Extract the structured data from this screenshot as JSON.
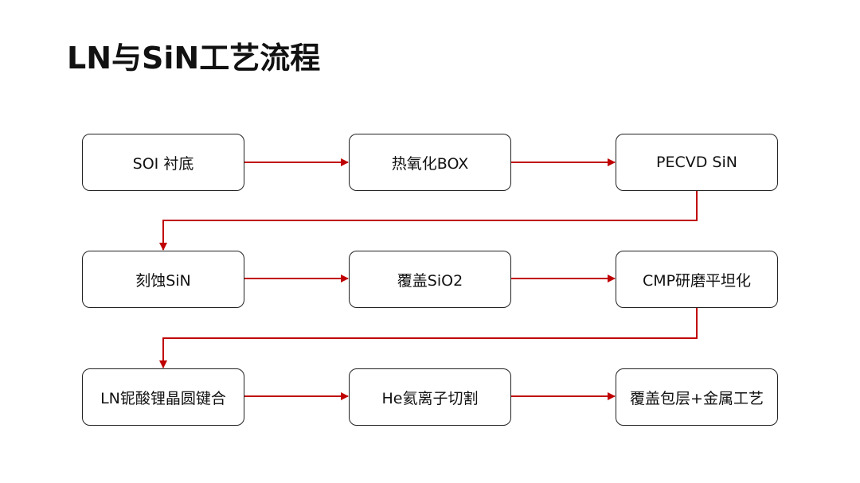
{
  "title": "LN与SiN工艺流程",
  "colors": {
    "arrow": "#c00000",
    "box_border": "#222222",
    "text": "#111111"
  },
  "steps": [
    "SOI 衬底",
    "热氧化BOX",
    "PECVD SiN",
    "刻蚀SiN",
    "覆盖SiO2",
    "CMP研磨平坦化",
    "LN铌酸锂晶圆键合",
    "He氦离子切割",
    "覆盖包层+金属工艺"
  ]
}
